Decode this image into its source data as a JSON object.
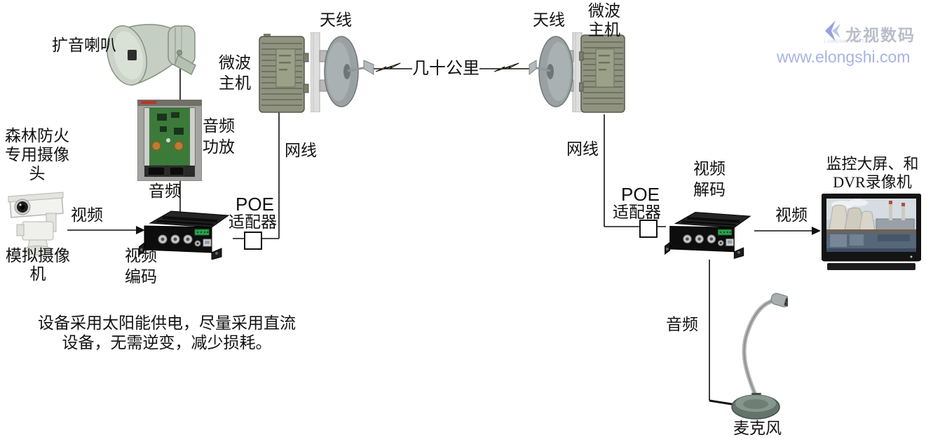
{
  "branding": {
    "logo_text": "龙视数码",
    "logo_subtext": "LONGSHI DIGITAL",
    "website": "www.elongshi.com",
    "accent_color": "#a9b2e4",
    "logo_text_color": "#b9bdc9"
  },
  "note": {
    "line1": "设备采用太阳能供电，尽量采用直流",
    "line2": "设备，无需逆变，减少损耗。"
  },
  "link": {
    "distance_label": "几十公里",
    "bolt_color": "#ffe600"
  },
  "site_left": {
    "speaker_label": "扩音喇叭",
    "amp_label": [
      "音频",
      "功放"
    ],
    "audio_label": "音频",
    "forest_camera_label": [
      "森林防火",
      "专用摄像",
      "头"
    ],
    "analog_camera_label": [
      "模拟摄像",
      "机"
    ],
    "video_label": "视频",
    "encoder_label": [
      "视频",
      "编码"
    ],
    "poe_label": [
      "POE",
      "适配器"
    ],
    "microwave_host_label": [
      "微波",
      "主机"
    ],
    "antenna_label": "天线",
    "cable_label": "网线"
  },
  "site_right": {
    "antenna_label": "天线",
    "microwave_host_label": [
      "微波",
      "主机"
    ],
    "cable_label": "网线",
    "poe_label": [
      "POE",
      "适配器"
    ],
    "decoder_label": [
      "视频",
      "解码"
    ],
    "video_label": "视频",
    "monitor_label": [
      "监控大屏、和",
      "DVR录像机"
    ],
    "audio_label": "音频",
    "mic_label": "麦克风"
  },
  "images": {
    "equipment_icons": [
      "horn-speaker",
      "audio-amplifier-board",
      "ptz-camera",
      "video-encoder-box",
      "microwave-host-left",
      "dish-antenna-left",
      "dish-antenna-right",
      "microwave-host-right",
      "video-decoder-box",
      "monitor-screen",
      "gooseneck-microphone",
      "poe-adapter-square",
      "lightning-bolt"
    ]
  }
}
